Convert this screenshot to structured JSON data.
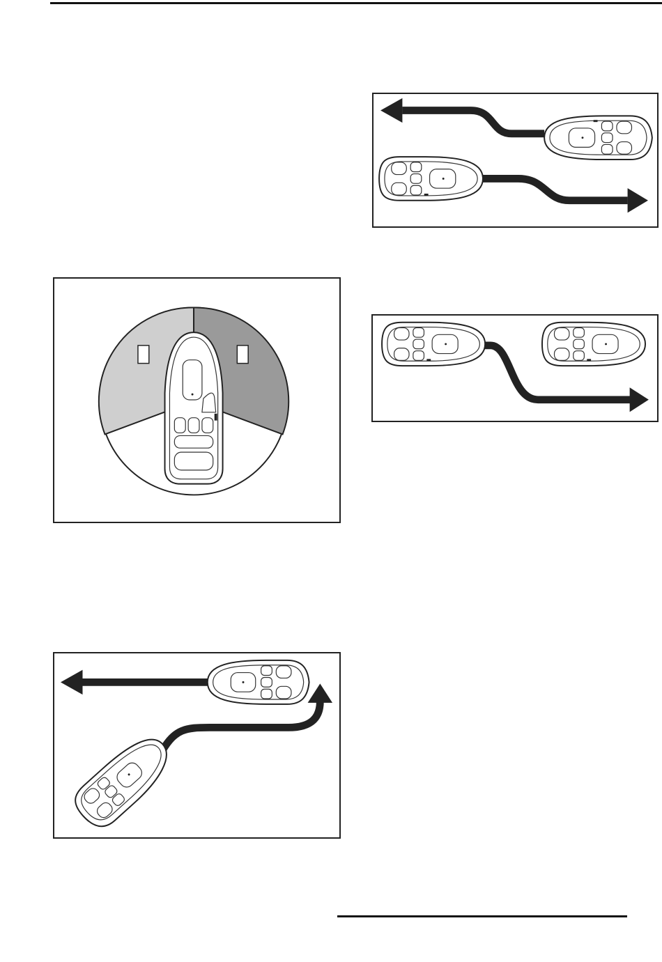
{
  "page": {
    "colors": {
      "ink": "#222222",
      "sector_light": "#cfcfcf",
      "sector_dark": "#9a9a9a",
      "paper": "#ffffff"
    }
  },
  "figures": [
    {
      "name": "figure-passing-left-right"
    },
    {
      "name": "figure-blind-spot-sectors"
    },
    {
      "name": "figure-overtaking"
    },
    {
      "name": "figure-crossing-turn"
    }
  ]
}
